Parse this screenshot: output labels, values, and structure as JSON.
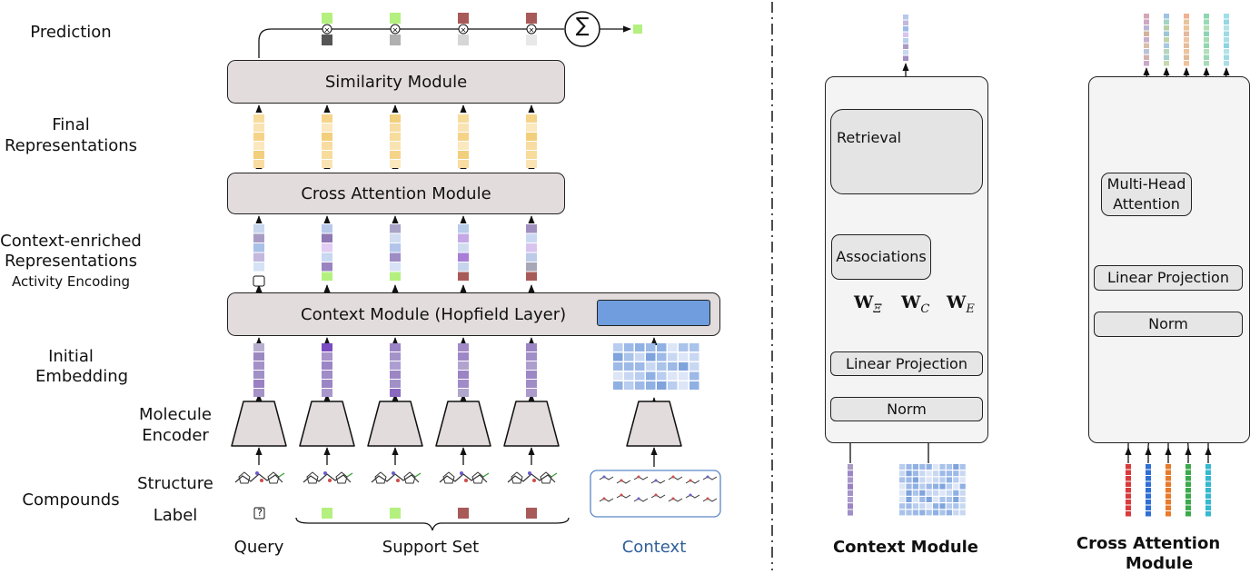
{
  "left": {
    "row_labels": {
      "prediction": "Prediction",
      "final_rep_1": "Final",
      "final_rep_2": "Representations",
      "context_rep_1": "Context-enriched",
      "context_rep_2": "Representations",
      "activity_encoding": "Activity Encoding",
      "initial_emb_1": "Initial",
      "initial_emb_2": "Embedding",
      "mol_enc_1": "Molecule",
      "mol_enc_2": "Encoder",
      "structure": "Structure",
      "compounds": "Compounds",
      "label": "Label"
    },
    "modules": {
      "similarity": "Similarity Module",
      "cross_attention": "Cross Attention Module",
      "context": "Context Module (Hopfield Layer)"
    },
    "sum_symbol": "∑",
    "multiply_symbol": "×",
    "query_label_glyph": "?",
    "bottom": {
      "query": "Query",
      "support_set": "Support Set",
      "context": "Context"
    },
    "colors": {
      "active": "#b4f07f",
      "inactive": "#a85a58",
      "context_bar": "#6f9ddd",
      "context_blue": "#2f5f9a"
    }
  },
  "context_module": {
    "title": "Context Module",
    "retrieval": "Retrieval",
    "associations": "Associations",
    "linear_projection": "Linear Projection",
    "norm": "Norm",
    "w_xi_base": "W",
    "w_xi_sub": "Ξ",
    "w_c_base": "W",
    "w_c_sub": "C",
    "w_e_base": "W",
    "w_e_sub": "E"
  },
  "cross_attention_module": {
    "title_1": "Cross Attention",
    "title_2": "Module",
    "multi_head_1": "Multi-Head",
    "multi_head_2": "Attention",
    "linear_projection": "Linear Projection",
    "norm": "Norm",
    "multiply_symbol": "×"
  }
}
